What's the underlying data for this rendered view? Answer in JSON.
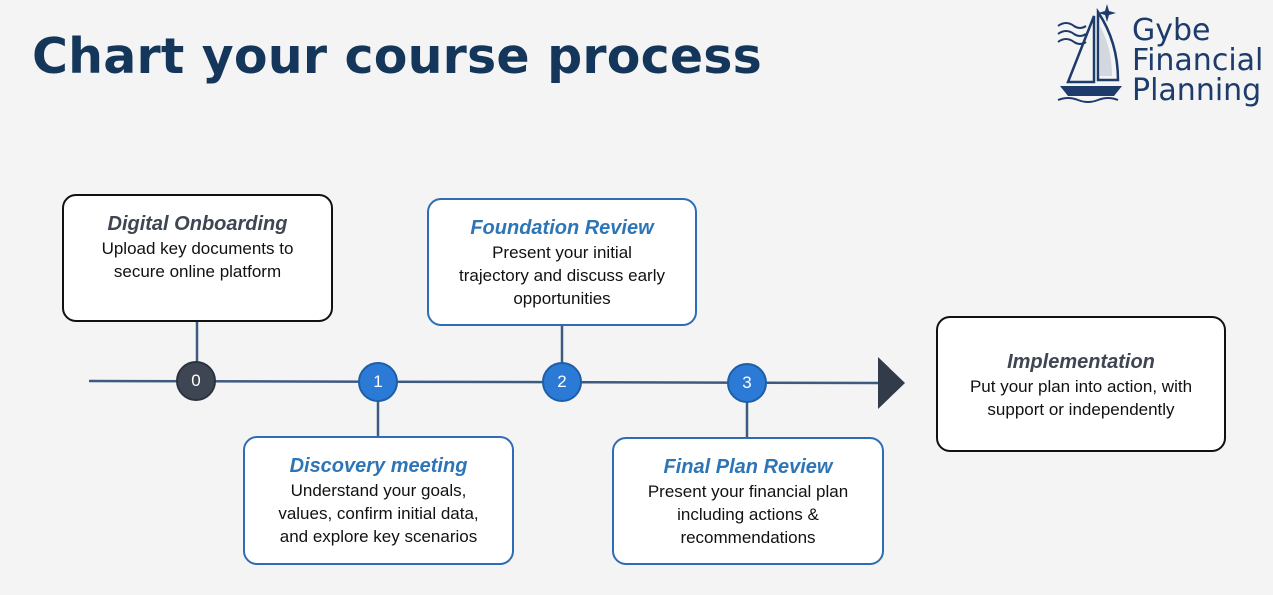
{
  "title": "Chart your course process",
  "logo": {
    "line1": "Gybe",
    "line2": "Financial",
    "line3": "Planning",
    "color": "#1d3b6b"
  },
  "colors": {
    "title": "#14365a",
    "timeline": "#3d5a80",
    "blue_accent": "#2e75b6",
    "dark_node": "#3f4653"
  },
  "steps": [
    {
      "number": "0",
      "title": "Digital Onboarding",
      "description": [
        "Upload key documents to",
        "secure online platform"
      ]
    },
    {
      "number": "1",
      "title": "Discovery meeting",
      "description": [
        "Understand your goals,",
        "values, confirm initial data,",
        "and explore key scenarios"
      ]
    },
    {
      "number": "2",
      "title": "Foundation Review",
      "description": [
        "Present your initial",
        "trajectory and discuss early",
        "opportunities"
      ]
    },
    {
      "number": "3",
      "title": "Final Plan Review",
      "description": [
        "Present your financial plan",
        "including actions &",
        "recommendations"
      ]
    }
  ],
  "final": {
    "title": "Implementation",
    "description": [
      "Put your plan into action, with",
      "support or independently"
    ]
  }
}
